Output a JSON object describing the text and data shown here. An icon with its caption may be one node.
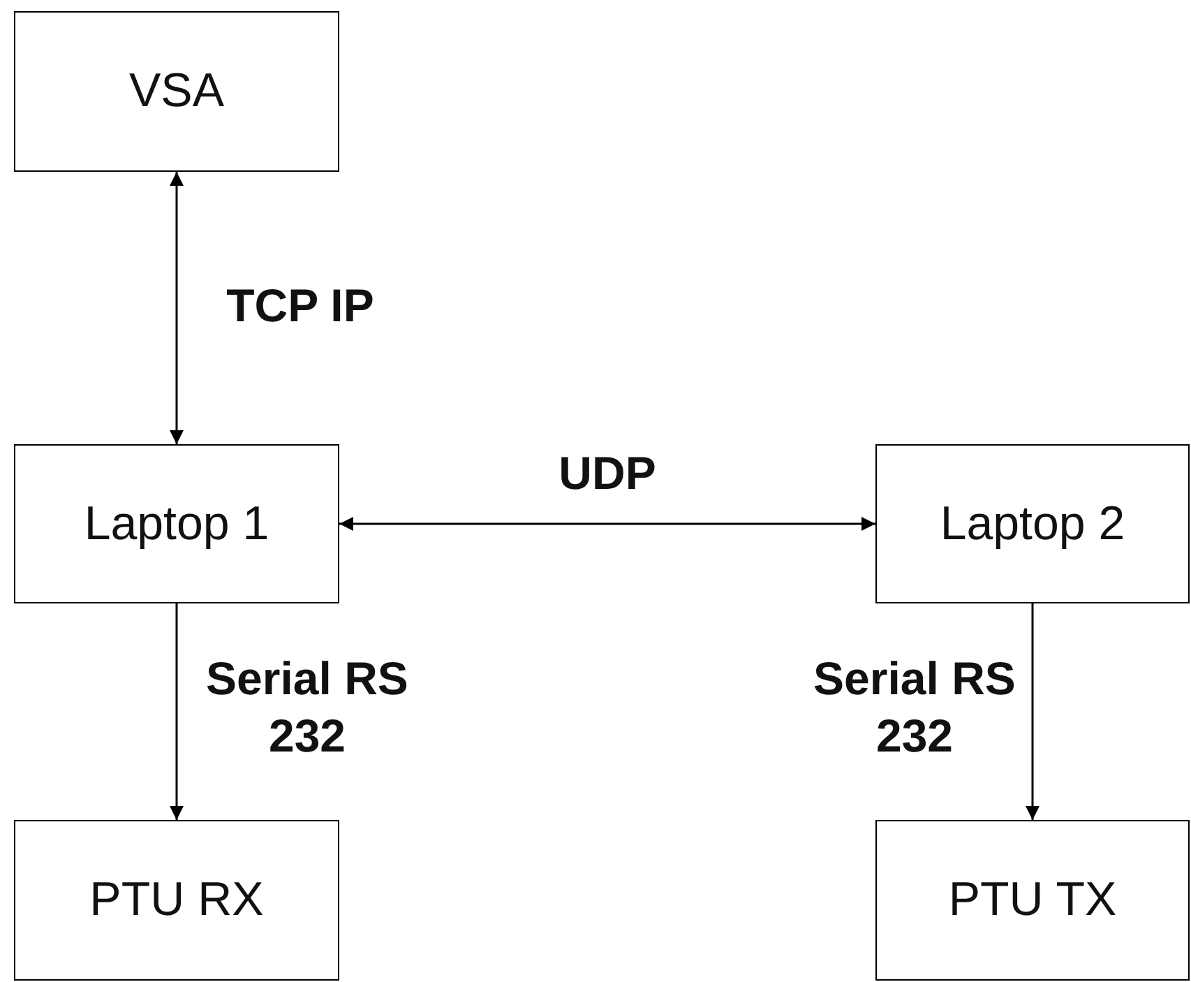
{
  "diagram": {
    "nodes": [
      {
        "text": [
          "VSA"
        ]
      },
      {
        "text": [
          "Laptop 1"
        ]
      },
      {
        "text": [
          "Laptop 2"
        ]
      },
      {
        "text": [
          "PTU RX"
        ]
      },
      {
        "text": [
          "PTU TX"
        ]
      }
    ],
    "edges": [
      {
        "from": 0,
        "to": 1,
        "arrow": "both",
        "label": "TCP IP"
      },
      {
        "from": 1,
        "to": 2,
        "arrow": "both",
        "label": "UDP"
      },
      {
        "from": 1,
        "to": 3,
        "arrow": "to",
        "label": "Serial RS 232"
      },
      {
        "from": 2,
        "to": 4,
        "arrow": "to",
        "label": "Serial RS 232"
      }
    ]
  }
}
